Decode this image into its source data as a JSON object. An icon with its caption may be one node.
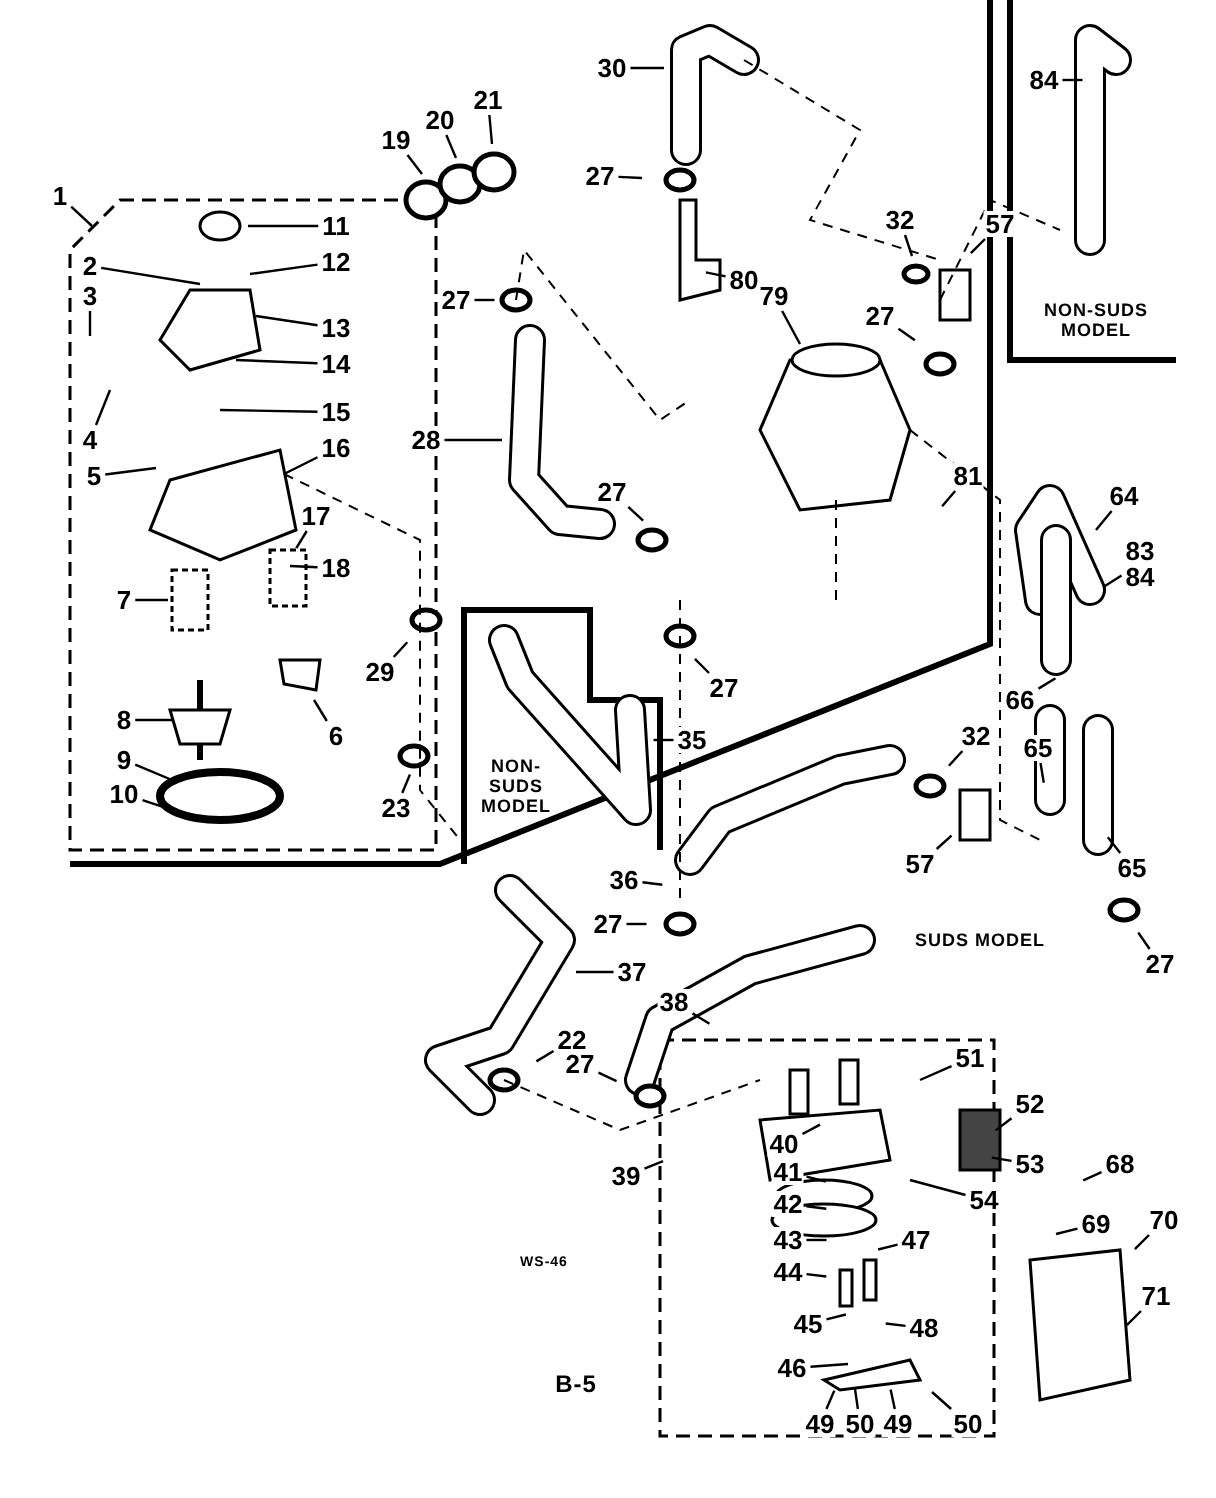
{
  "diagram": {
    "nodes": [
      {
        "text": [
          "84"
        ]
      },
      {
        "text": [
          "30"
        ]
      },
      {
        "text": [
          "21"
        ]
      },
      {
        "text": [
          "20"
        ]
      },
      {
        "text": [
          "19"
        ]
      },
      {
        "text": [
          "27"
        ]
      },
      {
        "text": [
          "11"
        ]
      },
      {
        "text": [
          "1"
        ]
      },
      {
        "text": [
          "32"
        ]
      },
      {
        "text": [
          "57"
        ]
      },
      {
        "text": [
          "80"
        ]
      },
      {
        "text": [
          "2"
        ]
      },
      {
        "text": [
          "12"
        ]
      },
      {
        "text": [
          "79"
        ]
      },
      {
        "text": [
          "27"
        ]
      },
      {
        "text": [
          "3"
        ]
      },
      {
        "text": [
          "13"
        ]
      },
      {
        "text": [
          "27"
        ]
      },
      {
        "text": [
          "14"
        ]
      },
      {
        "text": [
          "15"
        ]
      },
      {
        "text": [
          "4"
        ]
      },
      {
        "text": [
          "28"
        ]
      },
      {
        "text": [
          "16"
        ]
      },
      {
        "text": [
          "5"
        ]
      },
      {
        "text": [
          "81"
        ]
      },
      {
        "text": [
          "64"
        ]
      },
      {
        "text": [
          "83",
          "84"
        ]
      },
      {
        "text": [
          "17"
        ]
      },
      {
        "text": [
          "27"
        ]
      },
      {
        "text": [
          "18"
        ]
      },
      {
        "text": [
          "7"
        ]
      },
      {
        "text": [
          "29"
        ]
      },
      {
        "text": [
          "27"
        ]
      },
      {
        "text": [
          "66"
        ]
      },
      {
        "text": [
          "8"
        ]
      },
      {
        "text": [
          "6"
        ]
      },
      {
        "text": [
          "35"
        ]
      },
      {
        "text": [
          "65"
        ]
      },
      {
        "text": [
          "32"
        ]
      },
      {
        "text": [
          "9"
        ]
      },
      {
        "text": [
          "23"
        ]
      },
      {
        "text": [
          "10"
        ]
      },
      {
        "text": [
          "57"
        ]
      },
      {
        "text": [
          "65"
        ]
      },
      {
        "text": [
          "36"
        ]
      },
      {
        "text": [
          "27"
        ]
      },
      {
        "text": [
          "27"
        ]
      },
      {
        "text": [
          "37"
        ]
      },
      {
        "text": [
          "38"
        ]
      },
      {
        "text": [
          "51"
        ]
      },
      {
        "text": [
          "22"
        ]
      },
      {
        "text": [
          "27"
        ]
      },
      {
        "text": [
          "52"
        ]
      },
      {
        "text": [
          "53"
        ]
      },
      {
        "text": [
          "39"
        ]
      },
      {
        "text": [
          "40"
        ]
      },
      {
        "text": [
          "41"
        ]
      },
      {
        "text": [
          "68"
        ]
      },
      {
        "text": [
          "54"
        ]
      },
      {
        "text": [
          "42"
        ]
      },
      {
        "text": [
          "69"
        ]
      },
      {
        "text": [
          "70"
        ]
      },
      {
        "text": [
          "43"
        ]
      },
      {
        "text": [
          "47"
        ]
      },
      {
        "text": [
          "44"
        ]
      },
      {
        "text": [
          "71"
        ]
      },
      {
        "text": [
          "45"
        ]
      },
      {
        "text": [
          "48"
        ]
      },
      {
        "text": [
          "46"
        ]
      },
      {
        "text": [
          "49"
        ]
      },
      {
        "text": [
          "50"
        ]
      },
      {
        "text": [
          "49"
        ]
      },
      {
        "text": [
          "50"
        ]
      }
    ],
    "edges": [
      {
        "from": 0,
        "to": null,
        "arrow": "none"
      },
      {
        "from": 1,
        "to": null,
        "arrow": "none"
      },
      {
        "from": 2,
        "to": null,
        "arrow": "none"
      },
      {
        "from": 3,
        "to": null,
        "arrow": "none"
      },
      {
        "from": 4,
        "to": null,
        "arrow": "none"
      },
      {
        "from": 5,
        "to": null,
        "arrow": "none"
      },
      {
        "from": 6,
        "to": null,
        "arrow": "none"
      },
      {
        "from": 7,
        "to": null,
        "arrow": "none"
      },
      {
        "from": 8,
        "to": null,
        "arrow": "none"
      },
      {
        "from": 9,
        "to": null,
        "arrow": "none"
      },
      {
        "from": 10,
        "to": null,
        "arrow": "none"
      },
      {
        "from": 11,
        "to": null,
        "arrow": "none"
      },
      {
        "from": 12,
        "to": null,
        "arrow": "none"
      },
      {
        "from": 13,
        "to": null,
        "arrow": "none"
      },
      {
        "from": 14,
        "to": null,
        "arrow": "none"
      },
      {
        "from": 15,
        "to": null,
        "arrow": "none"
      },
      {
        "from": 16,
        "to": null,
        "arrow": "none"
      },
      {
        "from": 17,
        "to": null,
        "arrow": "none"
      },
      {
        "from": 18,
        "to": null,
        "arrow": "none"
      },
      {
        "from": 19,
        "to": null,
        "arrow": "none"
      },
      {
        "from": 20,
        "to": null,
        "arrow": "none"
      },
      {
        "from": 21,
        "to": null,
        "arrow": "none"
      },
      {
        "from": 22,
        "to": null,
        "arrow": "none"
      },
      {
        "from": 23,
        "to": null,
        "arrow": "none"
      },
      {
        "from": 24,
        "to": null,
        "arrow": "none"
      },
      {
        "from": 25,
        "to": null,
        "arrow": "none"
      },
      {
        "from": 26,
        "to": null,
        "arrow": "none"
      },
      {
        "from": 27,
        "to": null,
        "arrow": "none"
      },
      {
        "from": 28,
        "to": null,
        "arrow": "none"
      },
      {
        "from": 29,
        "to": null,
        "arrow": "none"
      },
      {
        "from": 30,
        "to": null,
        "arrow": "none"
      },
      {
        "from": 31,
        "to": null,
        "arrow": "none"
      },
      {
        "from": 32,
        "to": null,
        "arrow": "none"
      },
      {
        "from": 33,
        "to": null,
        "arrow": "none"
      },
      {
        "from": 34,
        "to": null,
        "arrow": "none"
      },
      {
        "from": 35,
        "to": null,
        "arrow": "none"
      },
      {
        "from": 36,
        "to": null,
        "arrow": "none"
      },
      {
        "from": 37,
        "to": null,
        "arrow": "none"
      },
      {
        "from": 38,
        "to": null,
        "arrow": "none"
      },
      {
        "from": 39,
        "to": null,
        "arrow": "none"
      },
      {
        "from": 40,
        "to": null,
        "arrow": "none"
      },
      {
        "from": 41,
        "to": null,
        "arrow": "none"
      },
      {
        "from": 42,
        "to": null,
        "arrow": "none"
      },
      {
        "from": 43,
        "to": null,
        "arrow": "none"
      },
      {
        "from": 44,
        "to": null,
        "arrow": "none"
      },
      {
        "from": 45,
        "to": null,
        "arrow": "none"
      },
      {
        "from": 46,
        "to": null,
        "arrow": "none"
      },
      {
        "from": 47,
        "to": null,
        "arrow": "none"
      },
      {
        "from": 48,
        "to": null,
        "arrow": "none"
      },
      {
        "from": 49,
        "to": null,
        "arrow": "none"
      },
      {
        "from": 50,
        "to": null,
        "arrow": "none"
      },
      {
        "from": 51,
        "to": null,
        "arrow": "none"
      },
      {
        "from": 52,
        "to": null,
        "arrow": "none"
      },
      {
        "from": 53,
        "to": null,
        "arrow": "none"
      },
      {
        "from": 54,
        "to": null,
        "arrow": "none"
      },
      {
        "from": 55,
        "to": null,
        "arrow": "none"
      },
      {
        "from": 56,
        "to": null,
        "arrow": "none"
      },
      {
        "from": 57,
        "to": null,
        "arrow": "none"
      },
      {
        "from": 58,
        "to": null,
        "arrow": "none"
      },
      {
        "from": 59,
        "to": null,
        "arrow": "none"
      },
      {
        "from": 60,
        "to": null,
        "arrow": "none"
      },
      {
        "from": 61,
        "to": null,
        "arrow": "none"
      },
      {
        "from": 62,
        "to": null,
        "arrow": "none"
      },
      {
        "from": 63,
        "to": null,
        "arrow": "none"
      },
      {
        "from": 64,
        "to": null,
        "arrow": "none"
      },
      {
        "from": 65,
        "to": null,
        "arrow": "none"
      },
      {
        "from": 66,
        "to": null,
        "arrow": "none"
      },
      {
        "from": 67,
        "to": null,
        "arrow": "none"
      },
      {
        "from": 68,
        "to": null,
        "arrow": "none"
      },
      {
        "from": 69,
        "to": null,
        "arrow": "none"
      },
      {
        "from": 70,
        "to": null,
        "arrow": "none"
      },
      {
        "from": 71,
        "to": null,
        "arrow": "none"
      },
      {
        "from": 72,
        "to": null,
        "arrow": "none"
      }
    ],
    "labels": [
      "NON-SUDS MODEL",
      "NON- SUDS MODEL",
      "SUDS MODEL",
      "WS-46",
      "B-5"
    ]
  }
}
